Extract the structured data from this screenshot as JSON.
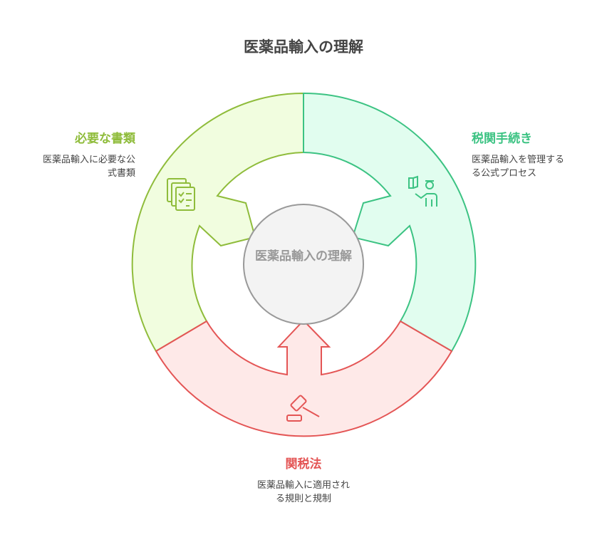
{
  "title": "医薬品輸入の理解",
  "center": {
    "label": "医薬品輸入の理解"
  },
  "sections": [
    {
      "title": "必要な書類",
      "description": "医薬品輸入に必要な公式書類",
      "color": "#8fbc3b",
      "fill": "#f1fddf",
      "icon": "documents-checklist-icon"
    },
    {
      "title": "税関手続き",
      "description": "医薬品輸入を管理するる公式プロセス",
      "color": "#3cc383",
      "fill": "#e1fdef",
      "icon": "customs-officer-icon"
    },
    {
      "title": "関税法",
      "description": "医薬品輸入に適用される規則と規制",
      "color": "#e45555",
      "fill": "#fee9e8",
      "icon": "gavel-icon"
    }
  ]
}
